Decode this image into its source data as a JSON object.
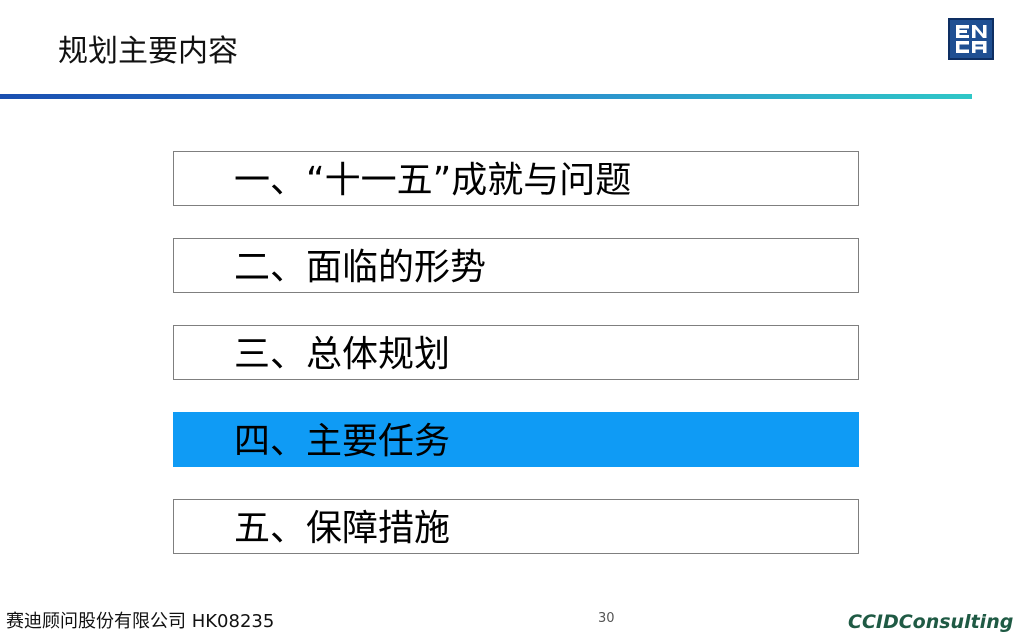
{
  "header": {
    "title": "规划主要内容"
  },
  "logo": {
    "name": "ENCA logo",
    "color": "#1f4f92"
  },
  "menu": {
    "items": [
      {
        "label": "一、“十一五”成就与问题",
        "active": false
      },
      {
        "label": "二、面临的形势",
        "active": false
      },
      {
        "label": "三、总体规划",
        "active": false
      },
      {
        "label": "四、主要任务",
        "active": true
      },
      {
        "label": "五、保障措施",
        "active": false
      }
    ],
    "active_color": "#0f9bf5"
  },
  "footer": {
    "company": "赛迪顾问股份有限公司 HK08235",
    "page_number": "30",
    "brand": "CCIDConsulting"
  }
}
